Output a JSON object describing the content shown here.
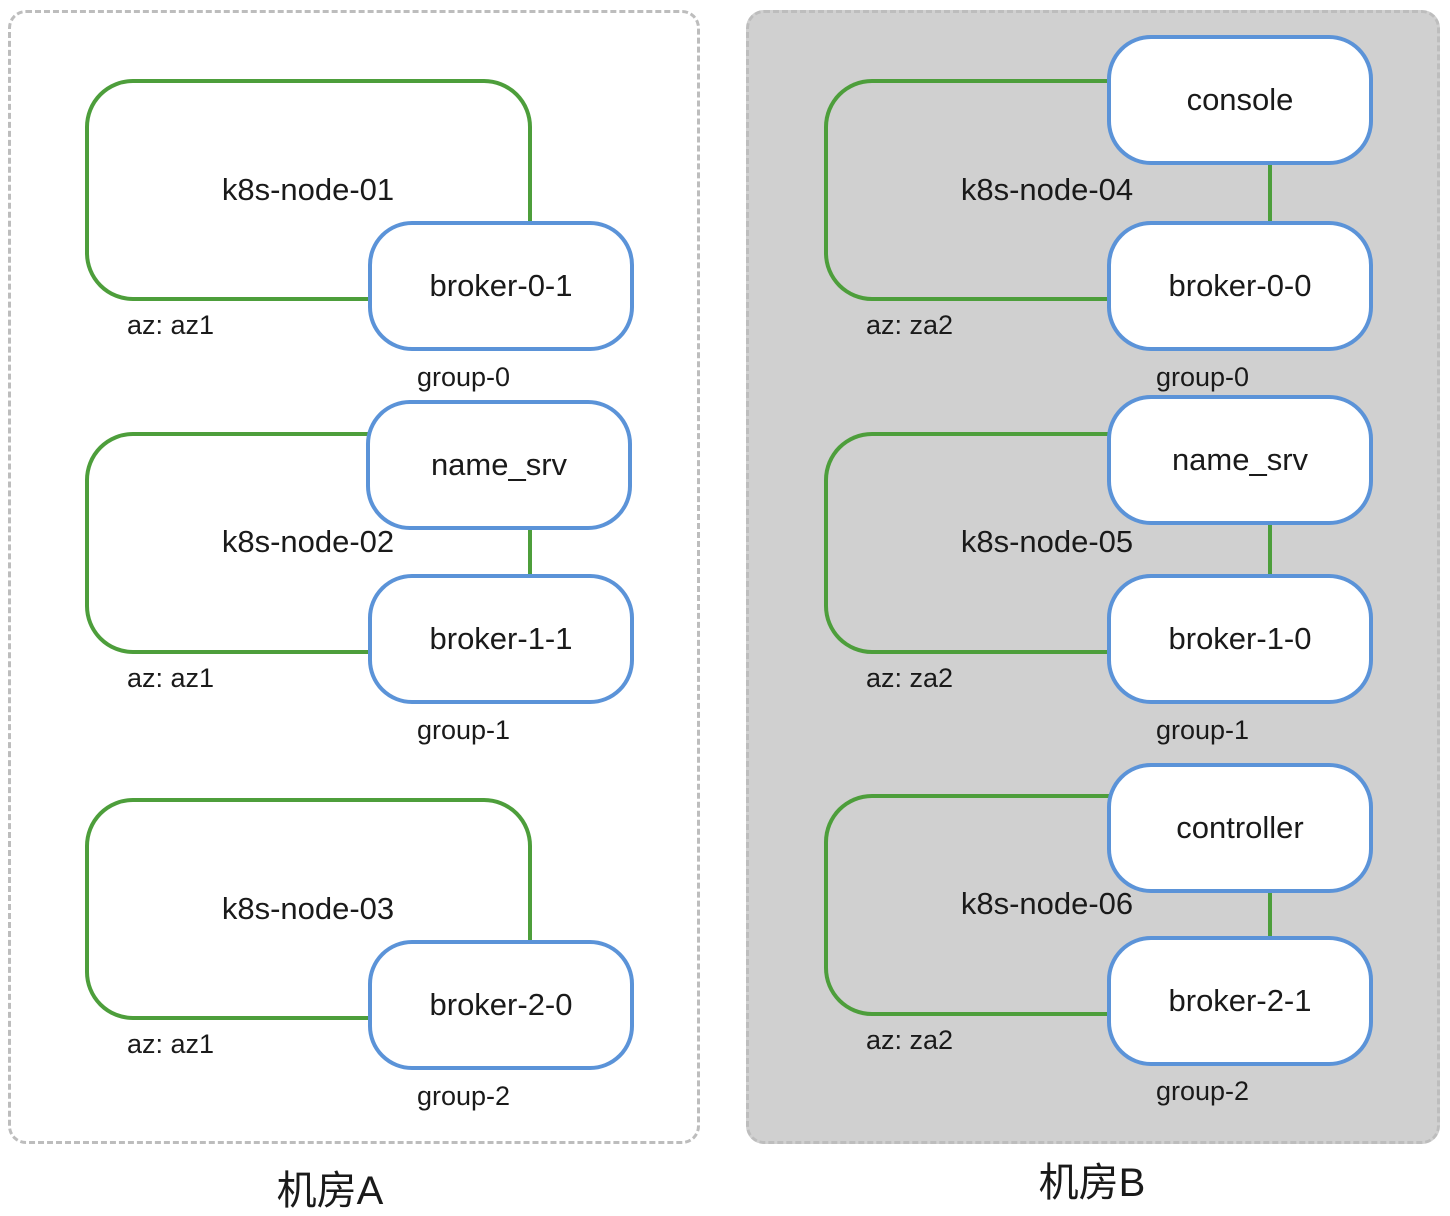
{
  "regions": [
    {
      "caption": "机房A",
      "nodes": [
        {
          "name": "k8s-node-01",
          "az": "az: az1",
          "group": "group-0",
          "pods": [
            "broker-0-1"
          ]
        },
        {
          "name": "k8s-node-02",
          "az": "az: az1",
          "group": "group-1",
          "pods": [
            "name_srv",
            "broker-1-1"
          ]
        },
        {
          "name": "k8s-node-03",
          "az": "az: az1",
          "group": "group-2",
          "pods": [
            "broker-2-0"
          ]
        }
      ]
    },
    {
      "caption": "机房B",
      "nodes": [
        {
          "name": "k8s-node-04",
          "az": "az: za2",
          "group": "group-0",
          "pods": [
            "console",
            "broker-0-0"
          ]
        },
        {
          "name": "k8s-node-05",
          "az": "az: za2",
          "group": "group-1",
          "pods": [
            "name_srv",
            "broker-1-0"
          ]
        },
        {
          "name": "k8s-node-06",
          "az": "az: za2",
          "group": "group-2",
          "pods": [
            "controller",
            "broker-2-1"
          ]
        }
      ]
    }
  ],
  "colors": {
    "node_border": "#4d9e3b",
    "pod_border": "#5b93d8",
    "region_a_bg": "#ffffff",
    "region_b_bg": "#d0d0d0",
    "region_border": "#bdbdbd"
  }
}
